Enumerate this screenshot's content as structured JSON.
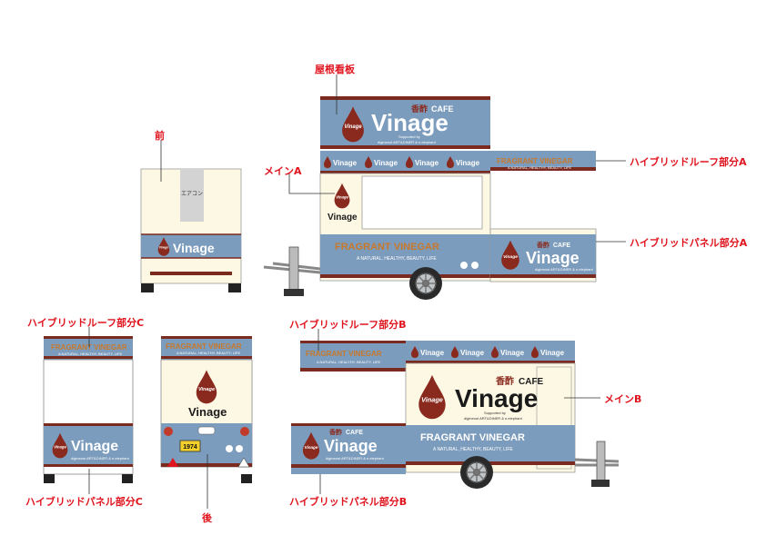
{
  "labels": {
    "roof_sign": "屋根看板",
    "front": "前",
    "main_a": "メインA",
    "hybrid_roof_a": "ハイブリッドルーフ部分A",
    "hybrid_panel_a": "ハイブリッドパネル部分A",
    "hybrid_roof_c": "ハイブリッドルーフ部分C",
    "hybrid_roof_b": "ハイブリッドルーフ部分B",
    "main_b": "メインB",
    "hybrid_panel_c": "ハイブリッドパネル部分C",
    "rear": "後",
    "hybrid_panel_b": "ハイブリッドパネル部分B"
  },
  "brand": {
    "name": "Vinage",
    "kanji": "香酢",
    "cafe": "CAFE",
    "drop_text": "Vinage",
    "supported_by": "Supported by",
    "sponsor": "digineout ART&DINER & n.elephant",
    "tagline": "FRAGRANT VINEGAR",
    "subline": "A NATURAL, HEALTHY, BEAUTY, LIFE",
    "aircon": "エアコン",
    "plate": "1974"
  },
  "colors": {
    "panel_blue": "#7c9cbd",
    "cream": "#fdf8e4",
    "brown": "#7a2a1e",
    "label_red": "#e0141e",
    "orange": "#c8782a"
  }
}
